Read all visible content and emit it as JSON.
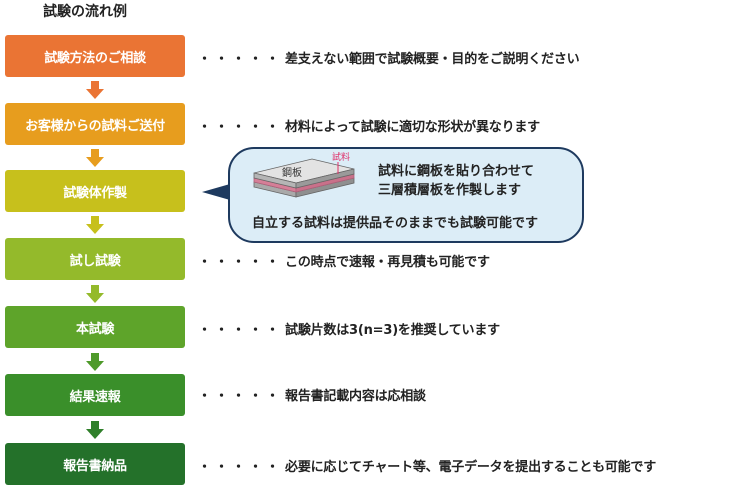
{
  "title": "試験の流れ例",
  "steps": [
    {
      "label": "試験方法のご相談",
      "color": "#ea7434",
      "desc_dots": "・・・・・",
      "desc": "差支えない範囲で試験概要・目的をご説明ください"
    },
    {
      "label": "お客様からの試料ご送付",
      "color": "#e79d1e",
      "desc_dots": "・・・・・",
      "desc": "材料によって試験に適切な形状が異なります"
    },
    {
      "label": "試験体作製",
      "color": "#c7c01c",
      "desc_dots": "",
      "desc": ""
    },
    {
      "label": "試し試験",
      "color": "#94ba2b",
      "desc_dots": "・・・・・",
      "desc": "この時点で速報・再見積も可能です"
    },
    {
      "label": "本試験",
      "color": "#5ea42a",
      "desc_dots": "・・・・・",
      "desc": "試験片数は3(n=3)を推奨しています"
    },
    {
      "label": "結果速報",
      "color": "#3a8f2a",
      "desc_dots": "・・・・・",
      "desc": "報告書記載内容は応相談"
    },
    {
      "label": "報告書納品",
      "color": "#24712a",
      "desc_dots": "・・・・・",
      "desc": "必要に応じてチャート等、電子データを提出することも可能です"
    }
  ],
  "arrow_colors": [
    "#ea7434",
    "#e79d1e",
    "#c7c01c",
    "#94ba2b",
    "#4e9a2a",
    "#2f7f2a"
  ],
  "callout": {
    "plate_label": "鋼板",
    "sample_label": "試料",
    "line1": "試料に鋼板を貼り合わせて",
    "line2": "三層積層板を作製します",
    "line3": "自立する試料は提供品そのままでも試験可能です"
  }
}
